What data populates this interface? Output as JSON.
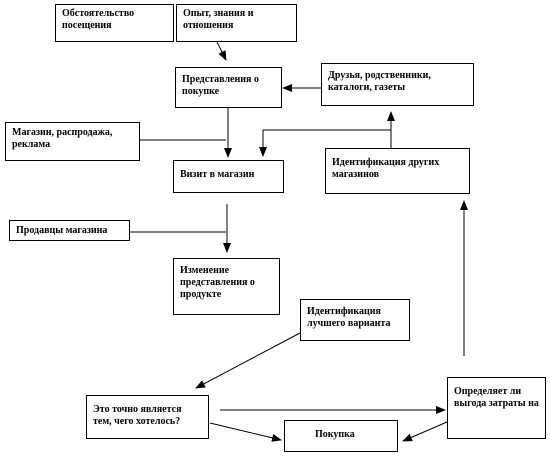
{
  "nodes": {
    "circumstance": "Обстоятельство посещения",
    "experience": "Опыт, знания и отношения",
    "beliefs": "Представления о покупке",
    "friends": "Друзья, родственники, каталоги, газеты",
    "stores_ads": "Магазин, распродажа, реклама",
    "visit": "Визит в магазин",
    "identify_other": "Идентификация других магазинов",
    "sellers": "Продавцы магазина",
    "change": "Изменение представления о продукте",
    "identify_best": "Идентификация лучшего варианта",
    "wanted": "Это точно является тем, чего хотелось?",
    "decides": "Определяет ли выгода затраты на",
    "purchase": "Покупка"
  },
  "colors": {
    "line": "#000000",
    "box_border": "#000000"
  }
}
